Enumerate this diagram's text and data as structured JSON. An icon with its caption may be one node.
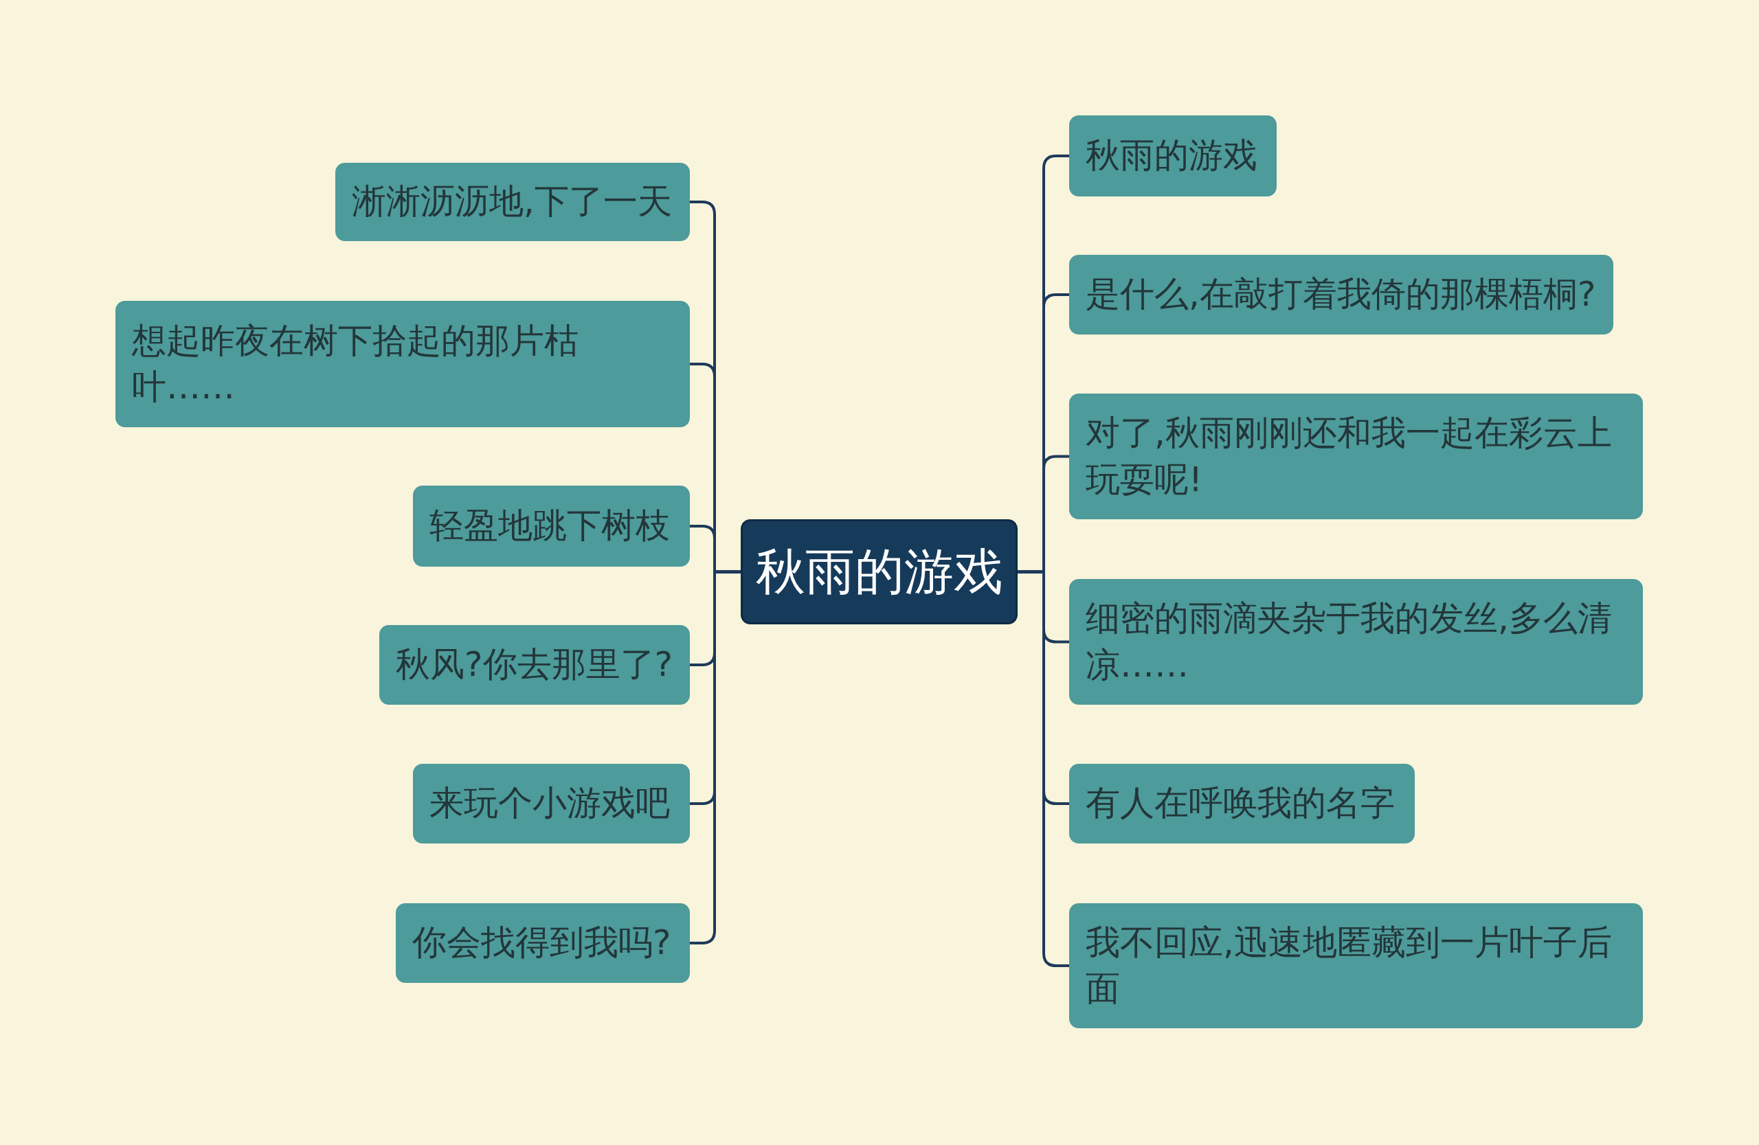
{
  "diagram": {
    "nodes": [
      {
        "text": [
          "秋雨的游戏"
        ]
      },
      {
        "text": [
          "淅淅沥沥地,下了一天"
        ]
      },
      {
        "text": [
          "想起昨夜在树下拾起的那片枯叶……"
        ]
      },
      {
        "text": [
          "轻盈地跳下树枝"
        ]
      },
      {
        "text": [
          "秋风?你去那里了?"
        ]
      },
      {
        "text": [
          "来玩个小游戏吧"
        ]
      },
      {
        "text": [
          "你会找得到我吗?"
        ]
      },
      {
        "text": [
          "秋雨的游戏"
        ]
      },
      {
        "text": [
          "是什么,在敲打着我倚的那棵梧桐?"
        ]
      },
      {
        "text": [
          "对了,秋雨刚刚还和我一起在彩云上玩耍呢!"
        ]
      },
      {
        "text": [
          "细密的雨滴夹杂于我的发丝,多么清凉……"
        ]
      },
      {
        "text": [
          "有人在呼唤我的名字"
        ]
      },
      {
        "text": [
          "我不回应,迅速地匿藏到一片叶子后面"
        ]
      }
    ],
    "edges": [
      {
        "from": 0,
        "to": 1,
        "arrow": "none"
      },
      {
        "from": 0,
        "to": 2,
        "arrow": "none"
      },
      {
        "from": 0,
        "to": 3,
        "arrow": "none"
      },
      {
        "from": 0,
        "to": 4,
        "arrow": "none"
      },
      {
        "from": 0,
        "to": 5,
        "arrow": "none"
      },
      {
        "from": 0,
        "to": 6,
        "arrow": "none"
      },
      {
        "from": 0,
        "to": 7,
        "arrow": "none"
      },
      {
        "from": 0,
        "to": 8,
        "arrow": "none"
      },
      {
        "from": 0,
        "to": 9,
        "arrow": "none"
      },
      {
        "from": 0,
        "to": 10,
        "arrow": "none"
      },
      {
        "from": 0,
        "to": 11,
        "arrow": "none"
      },
      {
        "from": 0,
        "to": 12,
        "arrow": "none"
      }
    ]
  }
}
